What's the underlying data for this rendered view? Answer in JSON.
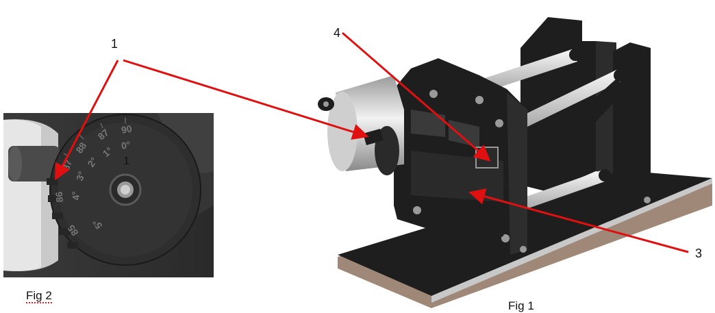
{
  "callouts": {
    "one": "1",
    "four": "4",
    "three": "3",
    "one_inset": "1"
  },
  "captions": {
    "fig1": "Fig 1",
    "fig2": "Fig 2"
  },
  "dial_numbers": [
    "90",
    "0°",
    "87",
    "1°",
    "88",
    "2°",
    "87",
    "3°",
    "86",
    "4°",
    "85",
    "5°"
  ],
  "colors": {
    "arrow": "#e01010",
    "part_black": "#1e1e1e",
    "rod": "#d8d8d8",
    "base_plate": "#a08878"
  }
}
